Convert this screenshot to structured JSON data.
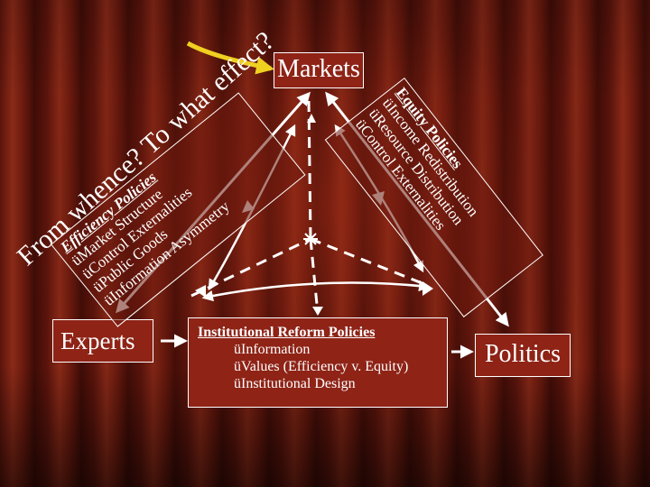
{
  "question": {
    "line1": "From whence? To what effect?"
  },
  "markets": {
    "label": "Markets"
  },
  "experts": {
    "label": "Experts"
  },
  "politics": {
    "label": "Politics"
  },
  "efficiency": {
    "title": "Efficiency Policies",
    "items": [
      "üMarket Structure",
      "üControl Externalities",
      "üPublic Goods",
      "üInformation Asymmetry"
    ]
  },
  "equity": {
    "title": "Equity Policies",
    "items": [
      "üIncome Redistribution",
      "üResource Distribution",
      "üControl Externalities"
    ]
  },
  "institutional": {
    "title": "Institutional Reform Policies",
    "items": [
      "üInformation",
      "üValues (Efficiency v. Equity)",
      "üInstitutional Design"
    ]
  },
  "colors": {
    "arrow_yellow": "#f0d020",
    "line_white": "#ffffff",
    "panel_red": "#8e2316"
  }
}
